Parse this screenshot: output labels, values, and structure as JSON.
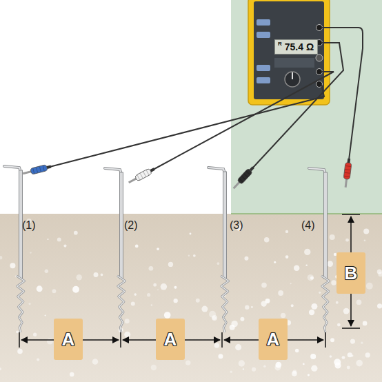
{
  "diagram": {
    "nodes": [
      {
        "text": [
          "R",
          "75.4 Ω"
        ]
      },
      {
        "text": [
          "A"
        ]
      },
      {
        "text": [
          "A"
        ]
      },
      {
        "text": [
          "A"
        ]
      },
      {
        "text": [
          "B"
        ]
      }
    ],
    "labels": [
      "(1)",
      "(2)",
      "(3)",
      "(4)"
    ]
  }
}
